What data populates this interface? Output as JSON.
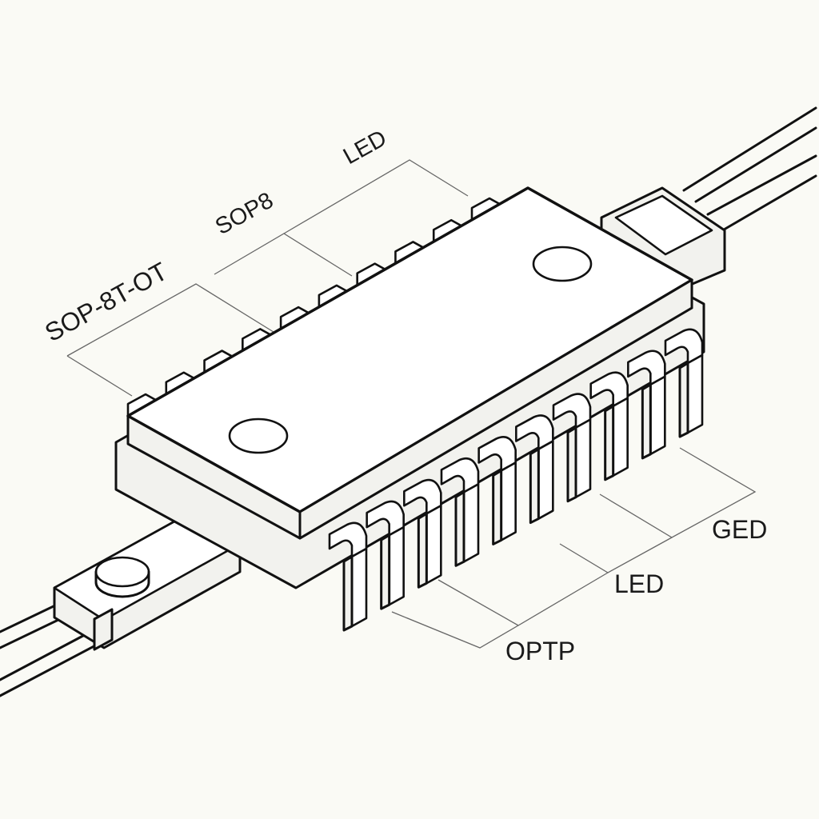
{
  "labels": {
    "top_left_1": "SOP-8T-OT",
    "top_left_2": "SOP8",
    "top_left_3": "LED",
    "right_1": "GED",
    "right_2": "LED",
    "right_3": "OPTP"
  },
  "colors": {
    "background": "#fafaf5",
    "ink": "#111111",
    "leader": "#666666",
    "fill": "#ffffff"
  }
}
